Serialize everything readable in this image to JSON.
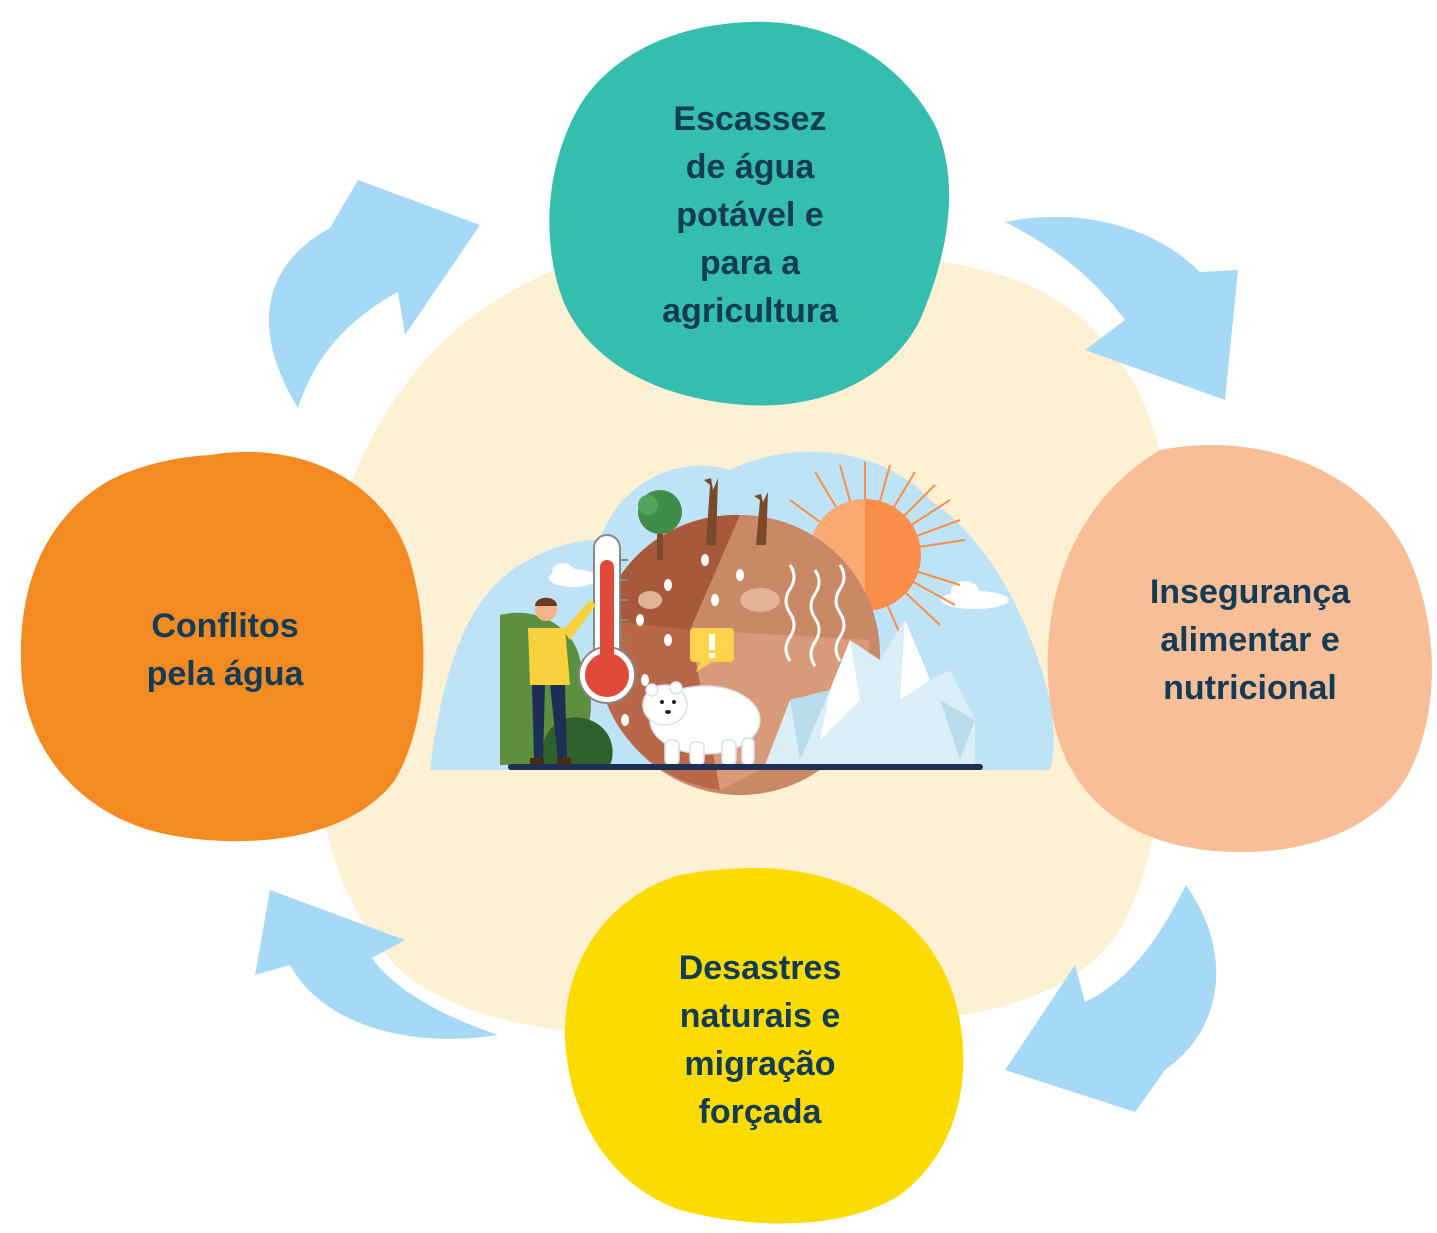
{
  "nodes": [
    {
      "id": "top",
      "lines": [
        "Escassez",
        "de água",
        "potável e",
        "para a",
        "agricultura"
      ],
      "color": "#35bdae"
    },
    {
      "id": "right",
      "lines": [
        "Insegurança",
        "alimentar e",
        "nutricional"
      ],
      "color": "#f8be98"
    },
    {
      "id": "bottom",
      "lines": [
        "Desastres",
        "naturais e",
        "migração",
        "forçada"
      ],
      "color": "#fcdb00"
    },
    {
      "id": "left",
      "lines": [
        "Conflitos",
        "pela água"
      ],
      "color": "#f48a22"
    }
  ],
  "colors": {
    "center_blob": "#fdf0d3",
    "arrows": "#a6d9f6",
    "text": "#123b55",
    "sky": "#bfe3f6",
    "earth": "#c98866",
    "sun": "#fb8d4a"
  },
  "icons": [
    "thermometer-icon",
    "sun-icon",
    "earth-icon",
    "polar-bear-icon",
    "person-icon",
    "iceberg-icon",
    "tree-icon",
    "warning-icon",
    "cloud-icon"
  ]
}
